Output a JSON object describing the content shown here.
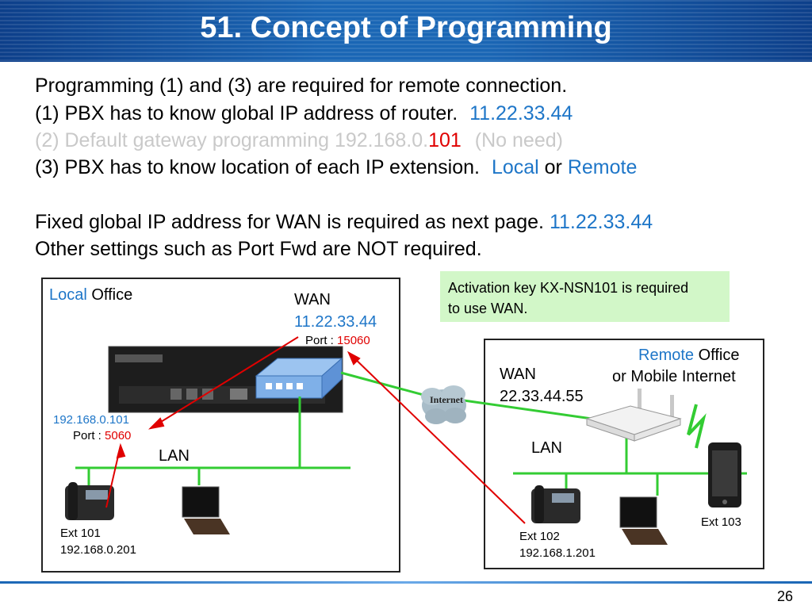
{
  "title": "51. Concept of Programming",
  "lines": {
    "l1": "Programming (1) and (3) are required for remote connection.",
    "l2_text": "(1) PBX has to know global IP address of router.",
    "l2_ip": "11.22.33.44",
    "l3_text": "(2) Default gateway programming 192.168.0.",
    "l3_red": "101",
    "l3_tail": "(No need)",
    "l4_text": "(3) PBX has to know location of each IP extension.",
    "l4_local": "Local",
    "l4_or": "or",
    "l4_remote": "Remote",
    "l5_text": "Fixed global IP address for WAN is required as next page.",
    "l5_ip": "11.22.33.44",
    "l6": "Other settings such as Port Fwd are NOT required."
  },
  "note": "Activation key KX-NSN101 is required to use WAN.",
  "local_office": {
    "label_local": "Local",
    "label_office": "Office",
    "wan_label": "WAN",
    "wan_ip": "11.22.33.44",
    "wan_port_label": "Port : ",
    "wan_port": "15060",
    "pbx_ip": "192.168.0.101",
    "pbx_port_label": "Port : ",
    "pbx_port": "5060",
    "lan_label": "LAN",
    "ext_name": "Ext 101",
    "ext_ip": "192.168.0.201"
  },
  "internet_label": "Internet",
  "remote_office": {
    "label_remote": "Remote",
    "label_office": "Office",
    "label_line2": "or Mobile Internet",
    "wan_label": "WAN",
    "wan_ip": "22.33.44.55",
    "lan_label": "LAN",
    "ext102_name": "Ext 102",
    "ext102_ip": "192.168.1.201",
    "ext103_name": "Ext 103"
  },
  "page_number": "26",
  "colors": {
    "accent_blue": "#1e76c8",
    "red": "#e00000",
    "lan_green": "#33cc33",
    "note_bg": "#d2f7c8"
  }
}
